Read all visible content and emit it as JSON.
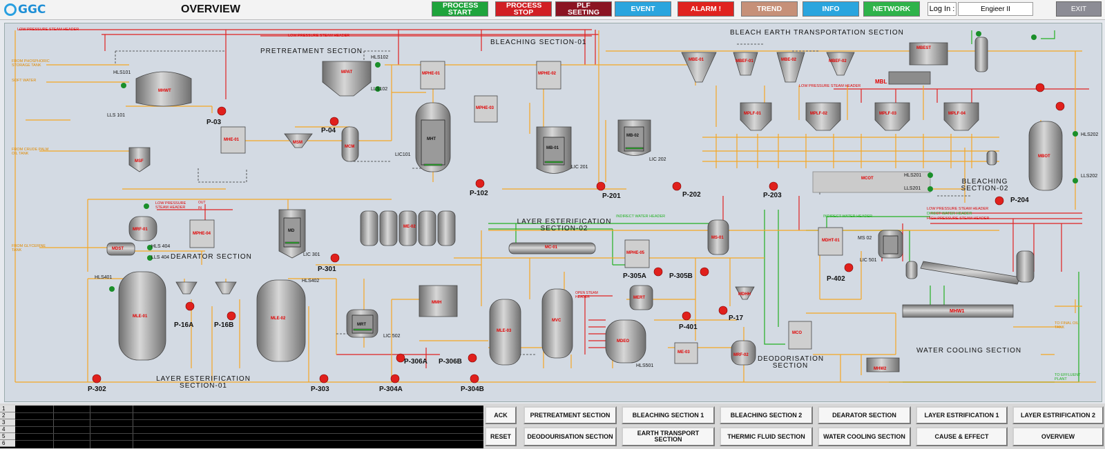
{
  "header": {
    "logo_text": "GGC",
    "title": "OVERVIEW",
    "buttons": [
      {
        "label": "PROCESS START",
        "color": "#1fa43c"
      },
      {
        "label": "PROCESS STOP",
        "color": "#d11f24"
      },
      {
        "label": "PLF SEETING",
        "color": "#8b1422"
      },
      {
        "label": "EVENT",
        "color": "#2aa5de"
      },
      {
        "label": "ALARM !",
        "color": "#e0231f"
      },
      {
        "label": "TREND",
        "color": "#c69078"
      },
      {
        "label": "INFO",
        "color": "#2aa5de"
      },
      {
        "label": "NETWORK",
        "color": "#2fb34a"
      }
    ],
    "login_label": "Log In :",
    "login_user": "Engieer II",
    "exit_label": "EXIT"
  },
  "sections": {
    "pretreatment": "PRETREATMENT SECTION",
    "bleaching1": "BLEACHING SECTION-01",
    "bleach_earth": "BLEACH EARTH TRANSPORTATION SECTION",
    "bleaching2": "BLEACHING SECTION-02",
    "layer2": "LAYER ESTERIFICATION SECTION-02",
    "dearator": "DEARATOR SECTION",
    "layer1": "LAYER ESTERIFICATION SECTION-01",
    "deodorisation": "DEODORISATION SECTION",
    "water_cooling": "WATER COOLING SECTION"
  },
  "stream_labels": {
    "lp_steam_header_left": "LOW PRESSURE STEAM HEADER",
    "lp_steam_header_mid": "LOW PRESSURE STEAM HEADER",
    "lp_steam_header_right": "LOW PRESSURE STEAM HEADER",
    "lp_steam_header_dearator": "LOW PRESSURE STEAM HEADER",
    "from_phosphoric": "FROM PHOSPHORIC STORAGE TANK",
    "soft_water": "SOFT WATER",
    "from_crude": "FROM CRUDE PALM OIL TANK",
    "from_glycerine": "FROM GLYCERINE TANK",
    "indirect_water_1": "INDIRECT WATER HEADER",
    "indirect_water_2": "INDIRECT WATER HEADER",
    "lp_steam_wc": "LOW PRESSURE STEAM HEADER",
    "direct_water_wc": "DIRECT WATER HEADER",
    "hp_steam_wc": "HIGH PRESSURE STEAM HEADER",
    "to_final_oil": "TO FINAL OIL TANK",
    "to_effluent": "TO EFFLUENT PLANT",
    "open_steam": "OPEN STEAM HEADER"
  },
  "equipment": {
    "mhwt": "MHWT",
    "mpat": "MPAT",
    "mphe1": "MPHE-01",
    "mphe2": "MPHE-02",
    "mht": "MHT",
    "mphe3": "MPHE-03",
    "mb01": "MB-01",
    "mb02": "MB-02",
    "msf": "MSF",
    "mhe1": "MHE-01",
    "msm": "MSM",
    "mcm": "MCM",
    "mbe1": "MBE-01",
    "mbef1": "MBEF-01",
    "mbe2": "MBE-02",
    "mbef2": "MBEF-02",
    "mbest": "MBEST",
    "mbl": "MBL",
    "mplf1": "MPLF-01",
    "mplf2": "MPLF-02",
    "mplf3": "MPLF-03",
    "mplf4": "MPLF-04",
    "mcot": "MCOT",
    "mbot": "MBOT",
    "mrf": "MRF-01",
    "mphe4": "MPHE-04",
    "mdst": "MDST",
    "md": "MD",
    "me02": "ME-02",
    "mc01": "MC-01",
    "mphe5": "MPHE-05",
    "ms01": "MS-01",
    "ms02": "MS 02",
    "mdht": "MDHT-01",
    "mle01": "MLE-01",
    "mle02": "MLE-02",
    "mle03": "MLE-03",
    "mrt": "MRT",
    "mmh": "MMH",
    "mvc": "MVC",
    "mdeo": "MDEO",
    "mert": "MERT",
    "me03": "ME-03",
    "mrf2": "MRF-02",
    "mco": "MCO",
    "mhw1": "MHW1",
    "mhw2": "MHW2",
    "mdhh": "MDHH"
  },
  "tags": {
    "hls101": "HLS101",
    "lls101": "LLS 101",
    "hls102": "HLS102",
    "lls102": "LLS102",
    "lic101": "LIC101",
    "lic201": "LIC 201",
    "lic202": "LIC 202",
    "hls201": "HLS201",
    "lls201": "LLS201",
    "hls202": "HLS202",
    "lls202": "LLS202",
    "hls404": "HLS 404",
    "lls404": "LLS 404",
    "lic301": "LIC 301",
    "lic501": "LIC 501",
    "hls401": "HLS401",
    "hls402": "HLS402",
    "lic502": "LIC 502",
    "hls501": "HLS501",
    "out": "OUT",
    "in": "IN"
  },
  "pumps": {
    "p03": "P-03",
    "p04": "P-04",
    "p102": "P-102",
    "p201": "P-201",
    "p202": "P-202",
    "p203": "P-203",
    "p204": "P-204",
    "p301": "P-301",
    "p305a": "P-305A",
    "p305b": "P-305B",
    "p402": "P-402",
    "p16a": "P-16A",
    "p16b": "P-16B",
    "p401": "P-401",
    "p17": "P-17",
    "p306a": "P-306A",
    "p306b": "P-306B",
    "p302": "P-302",
    "p303": "P-303",
    "p304a": "P-304A",
    "p304b": "P-304B"
  },
  "alarm_rows": [
    "1",
    "2",
    "3",
    "4",
    "5",
    "6"
  ],
  "bottom": {
    "ack": "ACK",
    "reset": "RESET",
    "nav_row1": [
      "PRETREATMENT SECTION",
      "BLEACHING SECTION 1",
      "BLEACHING SECTION 2",
      "DEARATOR SECTION",
      "LAYER ESTRIFICATION 1",
      "LAYER ESTRIFICATION 2"
    ],
    "nav_row2": [
      "DEODOURISATION SECTION",
      "EARTH TRANSPORT SECTION",
      "THERMIC FLUID SECTION",
      "WATER COOLING SECTION",
      "CAUSE & EFFECT",
      "OVERVIEW"
    ]
  },
  "colors": {
    "process_line": "#f5a623",
    "steam_line": "#e02020",
    "water_line": "#22b022",
    "vessel": "#9a9a9a",
    "pump": "#e0201c"
  }
}
